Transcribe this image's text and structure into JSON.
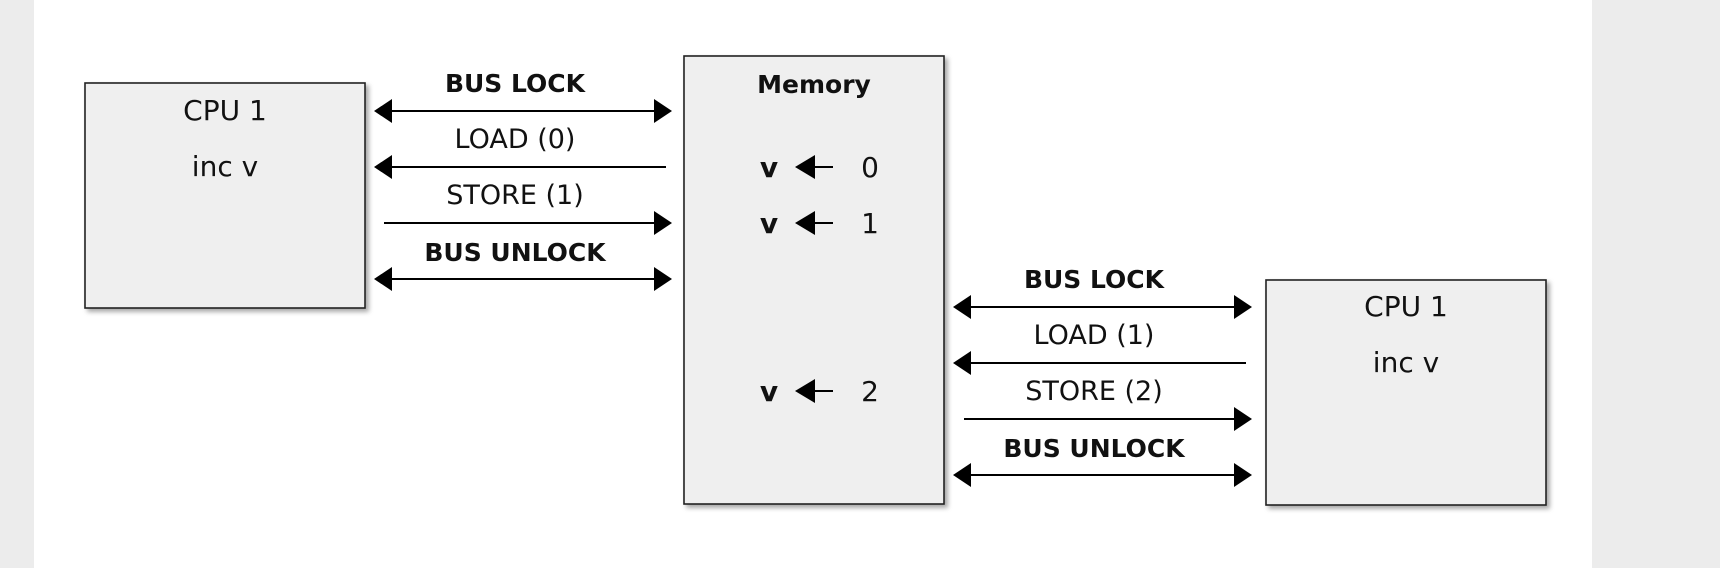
{
  "diagram": {
    "cpu_left": {
      "name": "CPU 1",
      "instruction": "inc v"
    },
    "cpu_right": {
      "name": "CPU 1",
      "instruction": "inc v"
    },
    "memory": {
      "title": "Memory",
      "assignments": [
        {
          "var": "v",
          "value": "0"
        },
        {
          "var": "v",
          "value": "1"
        },
        {
          "var": "v",
          "value": "2"
        }
      ]
    },
    "left_signals": [
      {
        "label": "BUS LOCK",
        "direction": "both"
      },
      {
        "label": "LOAD (0)",
        "direction": "to-cpu"
      },
      {
        "label": "STORE (1)",
        "direction": "to-memory"
      },
      {
        "label": "BUS UNLOCK",
        "direction": "both"
      }
    ],
    "right_signals": [
      {
        "label": "BUS LOCK",
        "direction": "both"
      },
      {
        "label": "LOAD (1)",
        "direction": "to-cpu"
      },
      {
        "label": "STORE (2)",
        "direction": "to-memory"
      },
      {
        "label": "BUS UNLOCK",
        "direction": "both"
      }
    ]
  }
}
